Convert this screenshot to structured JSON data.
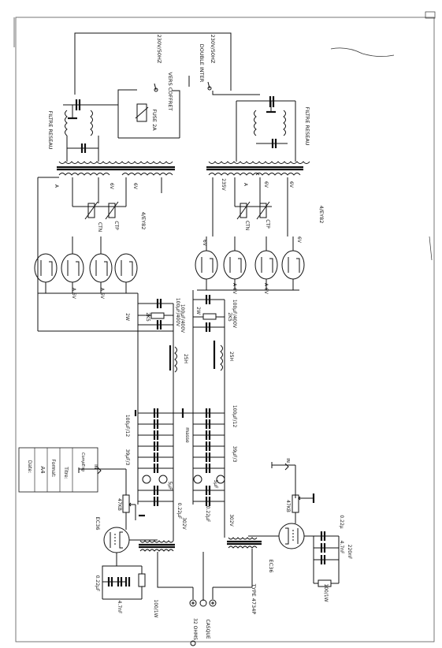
{
  "title_block": {
    "title": "Titre:",
    "format_label": "Format:",
    "format_value": "A4",
    "date_label": "Date:",
    "logo_text": "CompEng"
  },
  "mains": {
    "voltage_left": "230V/50HZ",
    "voltage_right": "230V/50HZ",
    "switch_label": "DOUBLE INTER",
    "case_label": "VERS COFFRET",
    "fuse_label": "FUSE 2A",
    "filter_left": "FILTRE RESEAU",
    "filter_right": "FILTRE RESEAU"
  },
  "power_supply": {
    "rectifier_left": "4/EY82",
    "rectifier_right": "4/EY82",
    "ctn_left": "CTN",
    "ctp_left": "CTP",
    "ctn_right": "CTN",
    "ctp_right": "CTP",
    "tap_a_left": "A",
    "tap_6v_left_1": "6V",
    "tap_6v_left_2": "6V",
    "tap_235_right": "235V",
    "tap_a_right": "A",
    "tap_6v_right_1": "6V",
    "tap_6v_right_2": "6V",
    "heater_6v_1": "6V",
    "heater_6v_2": "6V",
    "a6v_1": "A 6V",
    "a6v_2": "A 6V",
    "a6v_3": "A 6V",
    "a6v_4": "A 6V",
    "cap_filter_left": "100µF/400V",
    "cap_filter_left_2": "100µF/400V",
    "cap_filter_right": "100µF/400V",
    "res_2w_left": "2K5",
    "res_2w_left_b": "2W",
    "res_2w_right": "2K5",
    "res_2w_right_b": "2W",
    "choke_left": "25H",
    "choke_right": "25H",
    "bank_left": "100µF/12",
    "bank_right": "100µF/12",
    "masse": "masse",
    "sub_left": "39µF/3",
    "sub_right": "39µF/3",
    "cap5_left": "5µF",
    "cap5_right": "5µF"
  },
  "output_stage": {
    "tube_left": "EC36",
    "tube_right": "EC36",
    "pot_left": "47KB",
    "pot_right": "47KB",
    "in_left": "IN",
    "in_right": "IN",
    "cap_022_left": "0.22µF",
    "cap_022_right": "0.22µF",
    "volt_left": "302V",
    "volt_right": "302V",
    "cap_022b_left": "0.22µF",
    "cap_47_left": "4.7nF",
    "res_100_left": "100/1W",
    "cap_022b_right": "0.22µ",
    "cap_47_right": "4.7nF",
    "cap_220_right": "220nF",
    "res_100_right": "100/1W",
    "transformer": "TYPE 4734P",
    "jack_label": "CASQUE",
    "jack_impedance": "32 OHMS"
  },
  "colors": {
    "ink": "#111111",
    "paper": "#ffffff",
    "border": "#555555"
  }
}
